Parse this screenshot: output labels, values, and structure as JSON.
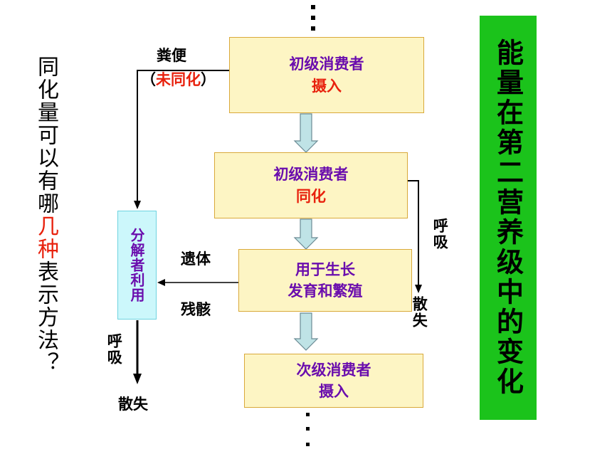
{
  "boxes": {
    "intake1": {
      "line1": "初级消费者",
      "line2": "摄入"
    },
    "assim1": {
      "line1": "初级消费者",
      "line2": "同化"
    },
    "growth": {
      "line1": "用于生长",
      "line2": "发育和繁殖"
    },
    "intake2": {
      "line1": "次级消费者",
      "line2": "摄入"
    }
  },
  "labels": {
    "feces": "粪便",
    "feces_note_open": "（",
    "feces_note": "未同化",
    "feces_note_close": "）",
    "remains1": "遗体",
    "remains2": "残骸",
    "respiration_right": "呼吸",
    "dissipate_right": "散失",
    "respiration_left": "呼吸",
    "dissipate_left": "散失"
  },
  "decomposer": "分解者利用",
  "question": {
    "part1": "同化量可以有哪",
    "part2": "几种",
    "part3": "表示方法？"
  },
  "title_vertical": "能量在第二营养级中的变化",
  "colors": {
    "box_fill": "#fdf5c4",
    "box_text": "#6a0dad",
    "highlight": "#e8210d",
    "decomposer_fill": "#ccf7fb",
    "title_bg": "#1bc31b",
    "arrow_fill": "#bfe3e6"
  }
}
